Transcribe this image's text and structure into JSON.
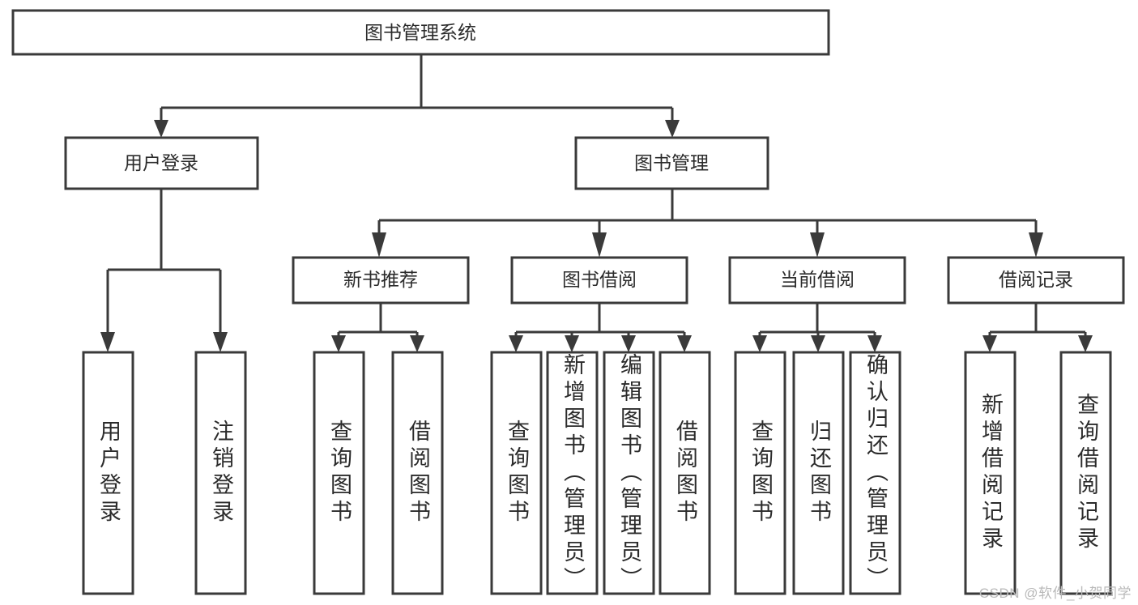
{
  "diagram": {
    "title": "图书管理系统",
    "type": "tree-hierarchy-chart",
    "root": {
      "id": "root",
      "label": "图书管理系统"
    },
    "level2": [
      {
        "id": "user-login",
        "label": "用户登录"
      },
      {
        "id": "book-manage",
        "label": "图书管理"
      }
    ],
    "level3": [
      {
        "id": "new-book-recommend",
        "label": "新书推荐",
        "parent": "book-manage"
      },
      {
        "id": "book-borrow",
        "label": "图书借阅",
        "parent": "book-manage"
      },
      {
        "id": "current-borrow",
        "label": "当前借阅",
        "parent": "book-manage"
      },
      {
        "id": "borrow-record",
        "label": "借阅记录",
        "parent": "book-manage"
      }
    ],
    "leaves": [
      {
        "id": "leaf-user-login",
        "label": "用户登录",
        "parent": "user-login"
      },
      {
        "id": "leaf-logout-login",
        "label": "注销登录",
        "parent": "user-login"
      },
      {
        "id": "leaf-query-book-1",
        "label": "查询图书",
        "parent": "new-book-recommend"
      },
      {
        "id": "leaf-borrow-book-1",
        "label": "借阅图书",
        "parent": "new-book-recommend"
      },
      {
        "id": "leaf-query-book-2",
        "label": "查询图书",
        "parent": "book-borrow"
      },
      {
        "id": "leaf-add-book",
        "label": "新增图书（管理员）",
        "parent": "book-borrow"
      },
      {
        "id": "leaf-edit-book",
        "label": "编辑图书（管理员）",
        "parent": "book-borrow"
      },
      {
        "id": "leaf-borrow-book-2",
        "label": "借阅图书",
        "parent": "book-borrow"
      },
      {
        "id": "leaf-query-book-3",
        "label": "查询图书",
        "parent": "current-borrow"
      },
      {
        "id": "leaf-return-book",
        "label": "归还图书",
        "parent": "current-borrow"
      },
      {
        "id": "leaf-confirm-return",
        "label": "确认归还（管理员）",
        "parent": "current-borrow"
      },
      {
        "id": "leaf-add-record",
        "label": "新增借阅记录",
        "parent": "borrow-record"
      },
      {
        "id": "leaf-query-record",
        "label": "查询借阅记录",
        "parent": "borrow-record"
      }
    ],
    "colors": {
      "stroke": "#3a3a3a",
      "fill": "#ffffff",
      "text": "#2b2b2b",
      "watermark": "#b9b9b9"
    }
  },
  "watermark": {
    "text": "CSDN @软件_小贺同学"
  }
}
